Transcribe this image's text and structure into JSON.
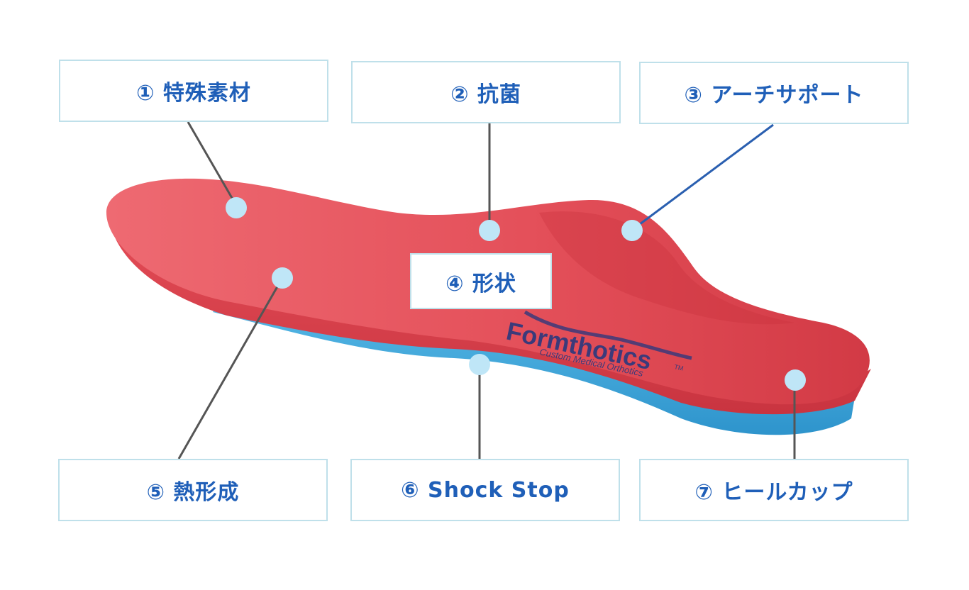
{
  "labels": {
    "l1": "① 特殊素材",
    "l2": "② 抗菌",
    "l3": "③ アーチサポート",
    "l4": "④ 形状",
    "l5": "⑤ 熱形成",
    "l6": "⑥ Shock Stop",
    "l7": "⑦ ヒールカップ"
  },
  "brand": {
    "name": "Formthotics",
    "tagline": "Custom Medical Orthotics",
    "tm": "TM"
  },
  "colors": {
    "top_surface": "#e8505a",
    "top_surface_dark": "#c8303c",
    "base_layer": "#3aa4d8",
    "callout_dot": "#bfe6f7",
    "label_text": "#1f5fb8",
    "label_border": "#bfe0ea",
    "leader_line": "#555555",
    "arch_leader_line": "#2a5fb0",
    "brand_text": "#3b3a7a"
  }
}
